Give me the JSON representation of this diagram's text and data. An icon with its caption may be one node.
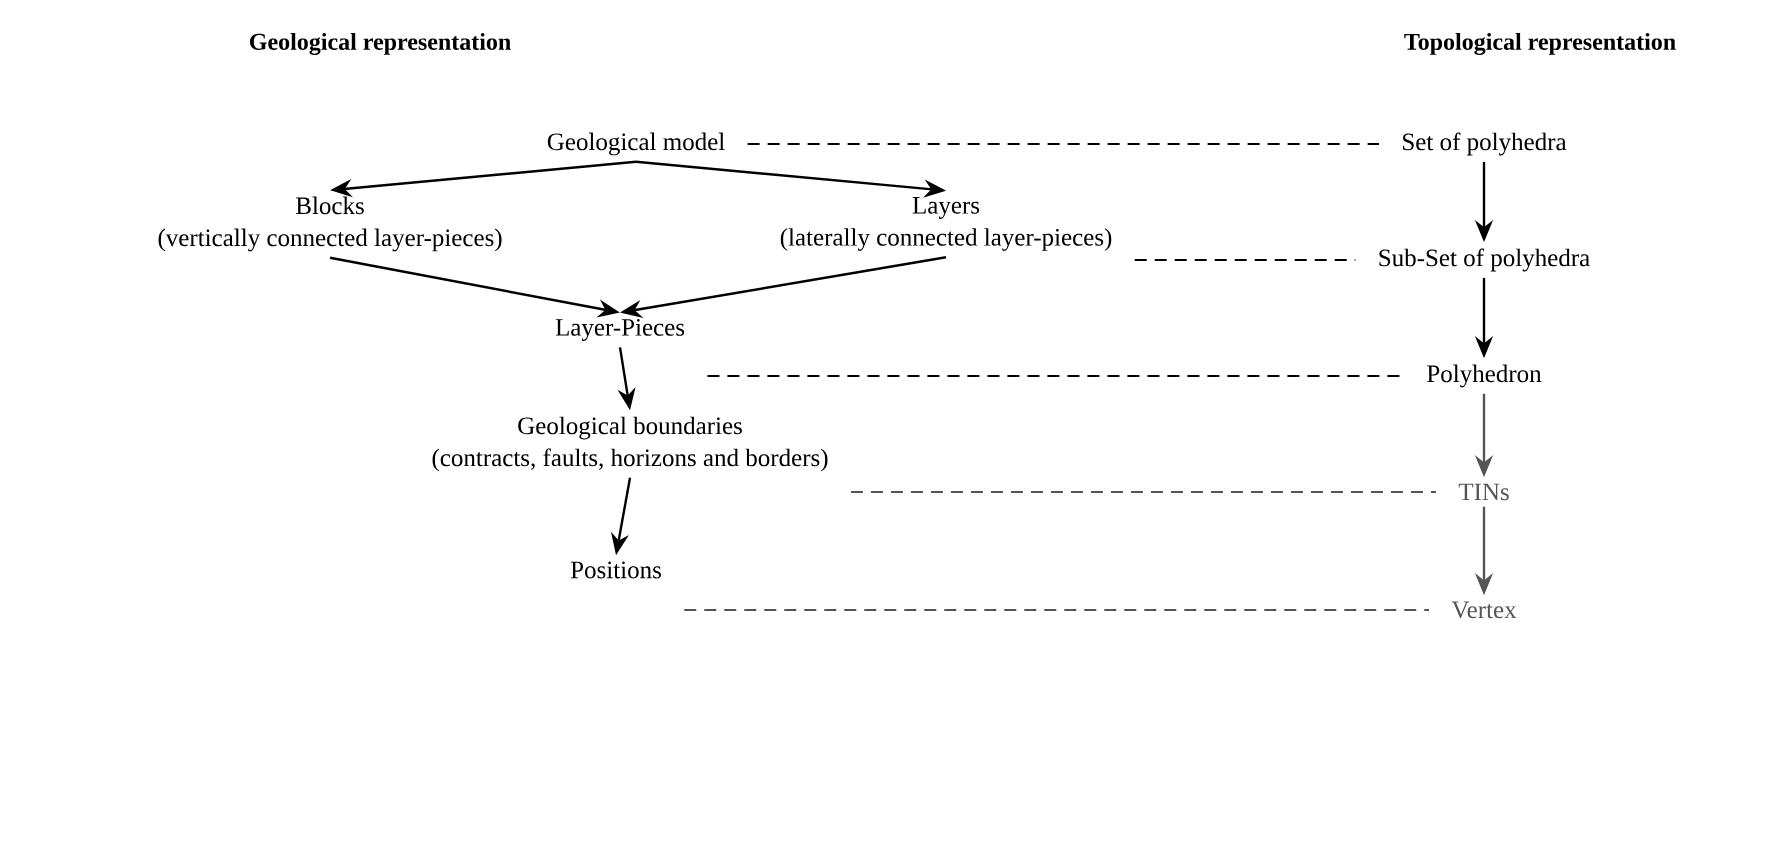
{
  "diagram": {
    "nodes": [
      {
        "text": [
          "Geological model"
        ]
      },
      {
        "text": [
          "Blocks",
          "(vertically connected layer-pieces)"
        ]
      },
      {
        "text": [
          "Layers",
          "(laterally connected layer-pieces)"
        ]
      },
      {
        "text": [
          "Layer-Pieces"
        ]
      },
      {
        "text": [
          "Geological boundaries",
          "(contracts, faults, horizons and borders)"
        ]
      },
      {
        "text": [
          "Positions"
        ]
      },
      {
        "text": [
          "Set of polyhedra"
        ]
      },
      {
        "text": [
          "Sub-Set of polyhedra"
        ]
      },
      {
        "text": [
          "Polyhedron"
        ]
      },
      {
        "text": [
          "TINs"
        ]
      },
      {
        "text": [
          "Vertex"
        ]
      }
    ],
    "edges": [
      {
        "from": 0,
        "to": 1,
        "arrow": "to"
      },
      {
        "from": 0,
        "to": 2,
        "arrow": "to"
      },
      {
        "from": 1,
        "to": 3,
        "arrow": "to"
      },
      {
        "from": 2,
        "to": 3,
        "arrow": "to"
      },
      {
        "from": 3,
        "to": 4,
        "arrow": "to"
      },
      {
        "from": 4,
        "to": 5,
        "arrow": "to"
      },
      {
        "from": 6,
        "to": 7,
        "arrow": "to"
      },
      {
        "from": 7,
        "to": 8,
        "arrow": "to"
      },
      {
        "from": 8,
        "to": 9,
        "arrow": "to",
        "color": "#555555"
      },
      {
        "from": 9,
        "to": 10,
        "arrow": "to",
        "color": "#555555"
      },
      {
        "from": 0,
        "to": 6,
        "arrow": "none",
        "style": "dashed"
      },
      {
        "from": 2,
        "to": 7,
        "arrow": "none",
        "style": "dashed"
      },
      {
        "from": 3,
        "to": 8,
        "arrow": "none",
        "style": "dashed"
      },
      {
        "from": 4,
        "to": 9,
        "arrow": "none",
        "style": "dashed",
        "color": "#555555"
      },
      {
        "from": 5,
        "to": 10,
        "arrow": "none",
        "style": "dashed",
        "color": "#555555"
      }
    ],
    "labels": [
      "Geological representation",
      "Topological representation"
    ]
  }
}
